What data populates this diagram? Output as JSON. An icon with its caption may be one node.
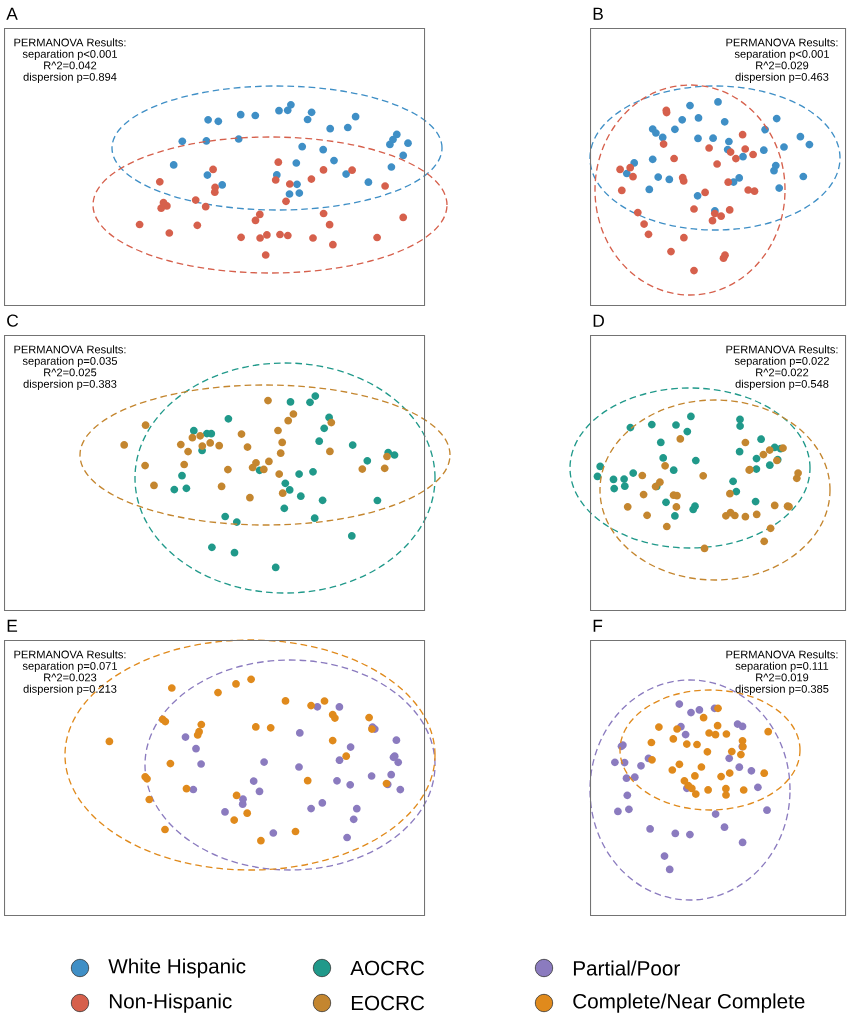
{
  "diagram": {
    "nodes": [
      {
        "text": [
          "A",
          "PERMANOVA Results:",
          "separation p<0.001",
          "R^2=0.042",
          "dispersion p=0.894"
        ]
      },
      {
        "text": [
          "B",
          "PERMANOVA Results:",
          "separation p<0.001",
          "R^2=0.029",
          "dispersion p=0.463"
        ]
      },
      {
        "text": [
          "C",
          "PERMANOVA Results:",
          "separation p=0.035",
          "R^2=0.025",
          "dispersion p=0.383"
        ]
      },
      {
        "text": [
          "D",
          "PERMANOVA Results:",
          "separation p=0.022",
          "R^2=0.022",
          "dispersion p=0.548"
        ]
      },
      {
        "text": [
          "E",
          "PERMANOVA Results:",
          "separation p=0.071",
          "R^2=0.023",
          "dispersion p=0.213"
        ]
      },
      {
        "text": [
          "F",
          "PERMANOVA Results:",
          "separation p=0.111",
          "R^2=0.019",
          "dispersion p=0.385"
        ]
      }
    ],
    "legend": [
      {
        "text": "White Hispanic",
        "color": "#3f8fc6"
      },
      {
        "text": "AOCRC",
        "color": "#20998a"
      },
      {
        "text": "Partial/Poor",
        "color": "#8b7bbf"
      },
      {
        "text": "Non-Hispanic",
        "color": "#d6604c"
      },
      {
        "text": "EOCRC",
        "color": "#c4862f"
      },
      {
        "text": "Complete/Near Complete",
        "color": "#e08a1c"
      }
    ]
  }
}
